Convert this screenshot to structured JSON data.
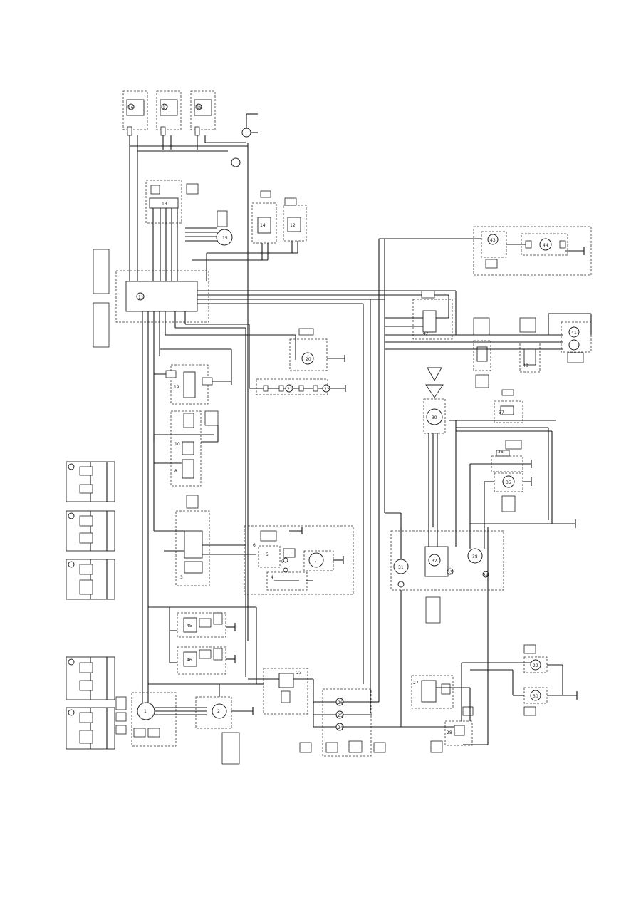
{
  "diagram": {
    "component_numbers": [
      "1",
      "2",
      "3",
      "4",
      "5",
      "6",
      "7",
      "8",
      "9",
      "10",
      "11",
      "12",
      "13",
      "14",
      "15",
      "16",
      "17",
      "18",
      "19",
      "20",
      "21",
      "22",
      "23",
      "24",
      "25",
      "26",
      "27",
      "28",
      "29",
      "30",
      "31",
      "32",
      "33",
      "34",
      "35",
      "36",
      "37",
      "38",
      "39",
      "40",
      "41",
      "42",
      "43",
      "44",
      "45",
      "46"
    ]
  }
}
